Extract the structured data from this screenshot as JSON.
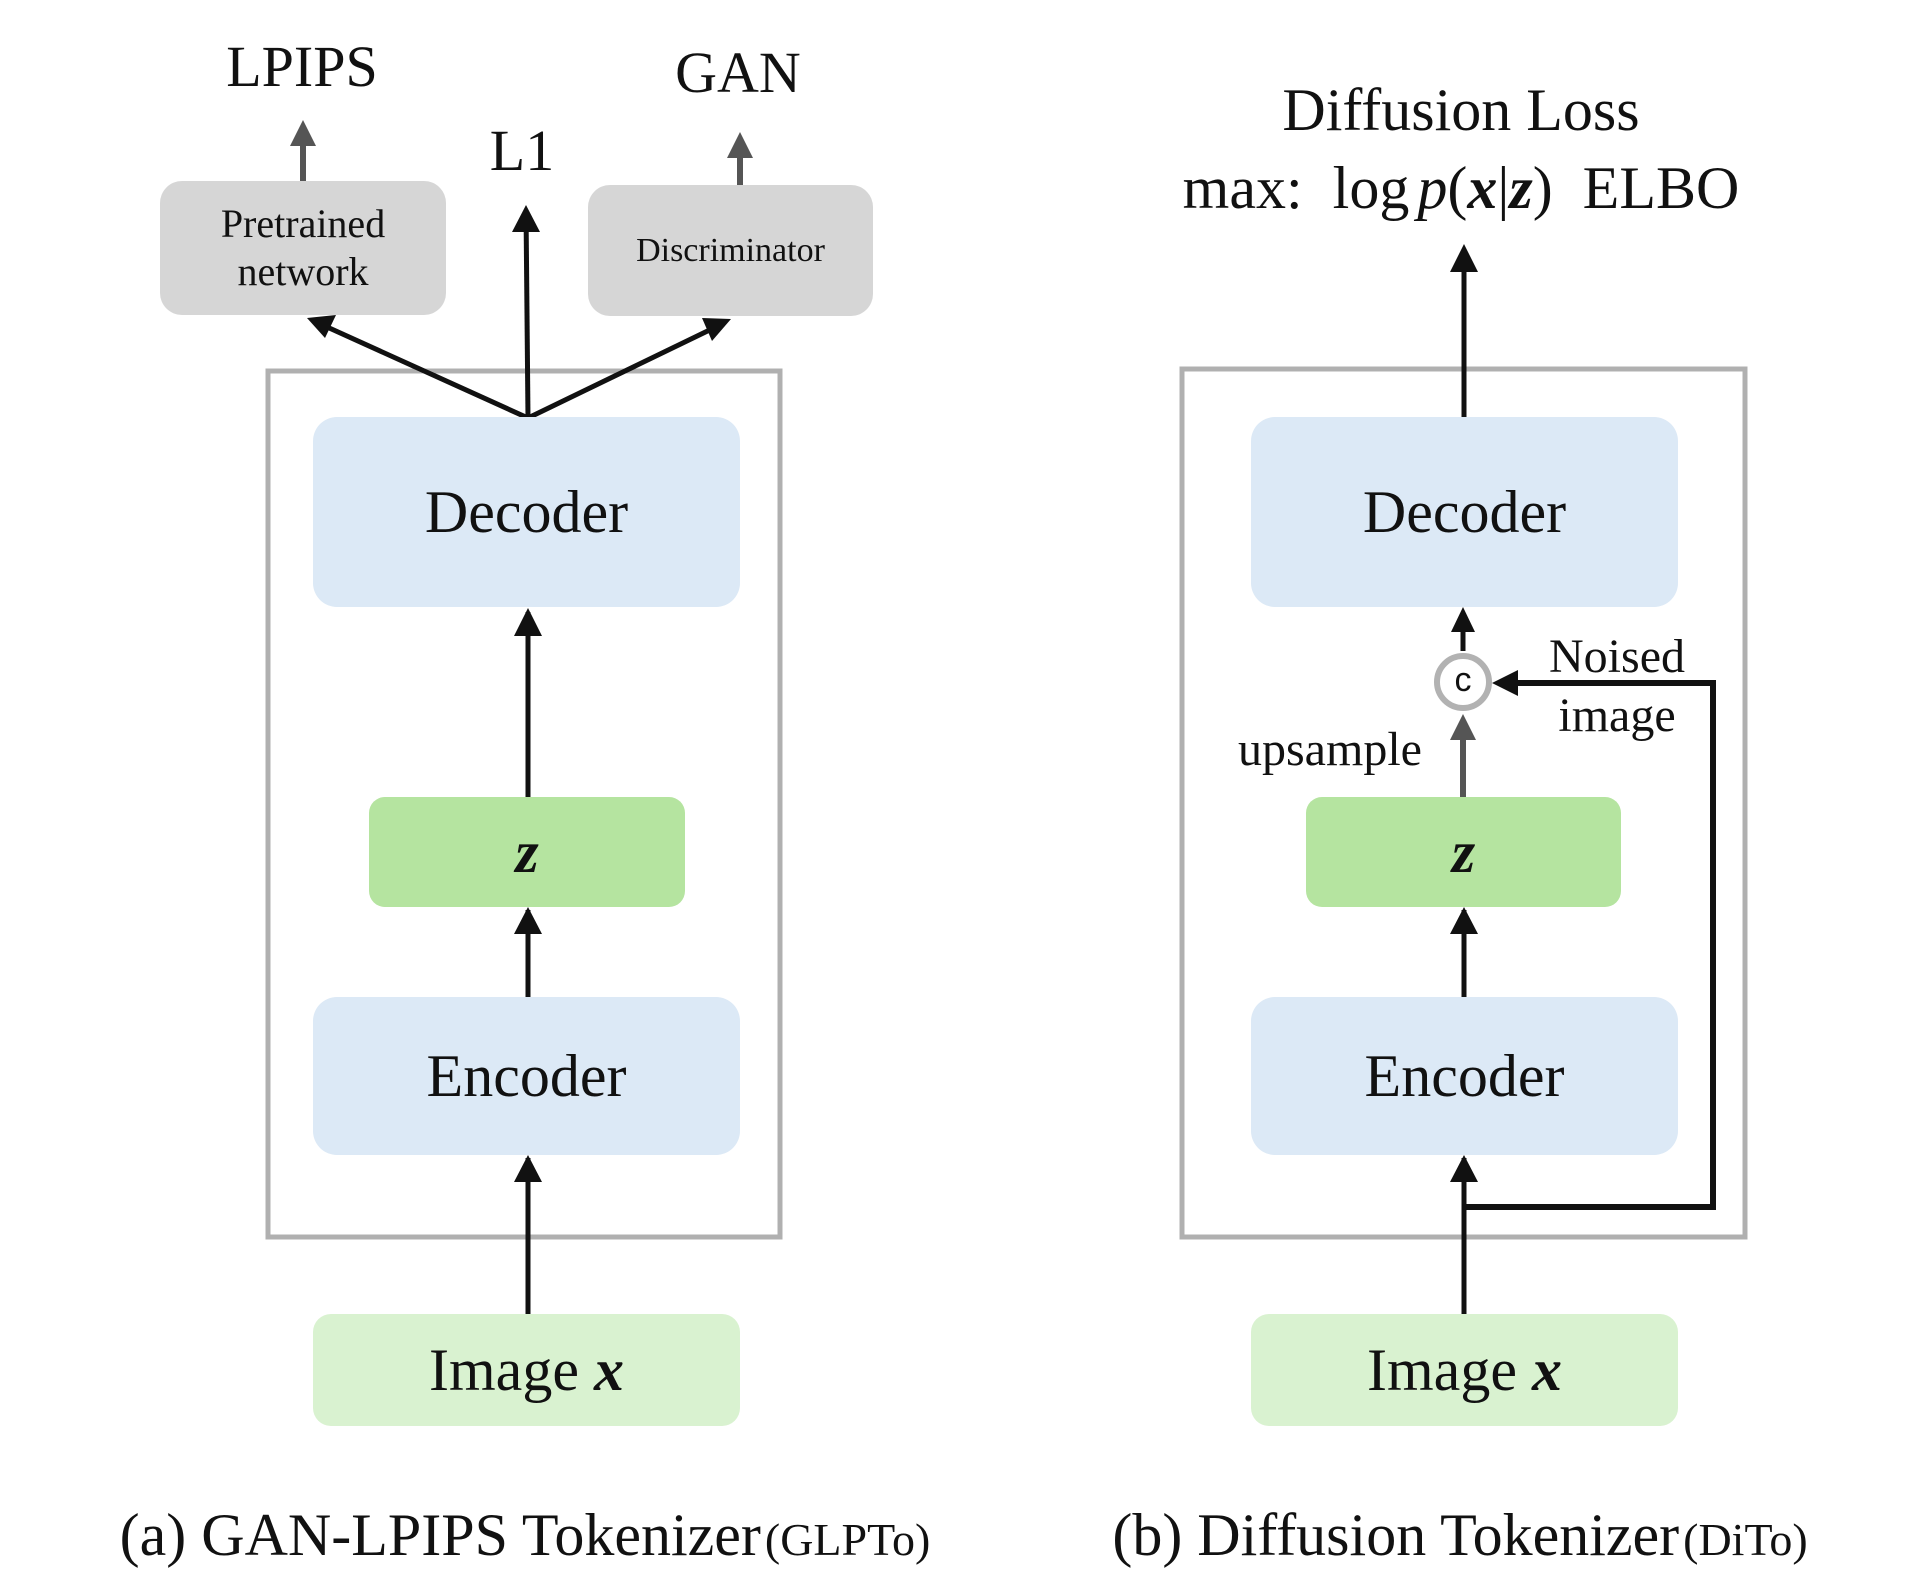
{
  "panel_a": {
    "caption_main": "(a) GAN-LPIPS Tokenizer",
    "caption_abbr": "(GLPTo)",
    "loss_lpips": "LPIPS",
    "loss_l1": "L1",
    "loss_gan": "GAN",
    "pretrained_network_line1": "Pretrained",
    "pretrained_network_line2": "network",
    "discriminator": "Discriminator",
    "decoder": "Decoder",
    "latent": "z",
    "encoder": "Encoder",
    "input_prefix": "Image",
    "input_var": "x"
  },
  "panel_b": {
    "caption_main": "(b) Diffusion Tokenizer",
    "caption_abbr": "(DiTo)",
    "loss_title": "Diffusion Loss",
    "objective_prefix": "max:",
    "objective_log": "log",
    "objective_p": "p",
    "objective_open": "(",
    "objective_x": "x",
    "objective_bar": "|",
    "objective_z": "z",
    "objective_close": ")",
    "objective_suffix": "ELBO",
    "decoder": "Decoder",
    "concat_symbol": "c",
    "noised_line1": "Noised",
    "noised_line2": "image",
    "upsample": "upsample",
    "latent": "z",
    "encoder": "Encoder",
    "input_prefix": "Image",
    "input_var": "x"
  }
}
